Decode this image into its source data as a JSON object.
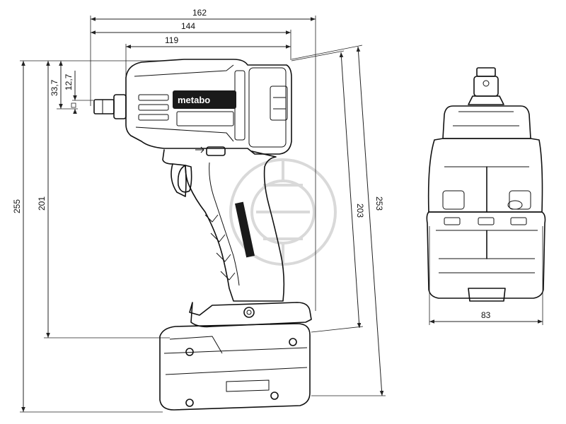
{
  "brand": {
    "logo_text": "metabo"
  },
  "dimensions": {
    "overall_length": "162",
    "length_144": "144",
    "length_119": "119",
    "offset_33_7": "33,7",
    "offset_12_7": "12,7",
    "height_255": "255",
    "height_201": "201",
    "height_203": "203",
    "height_253": "253",
    "width_83": "83"
  }
}
